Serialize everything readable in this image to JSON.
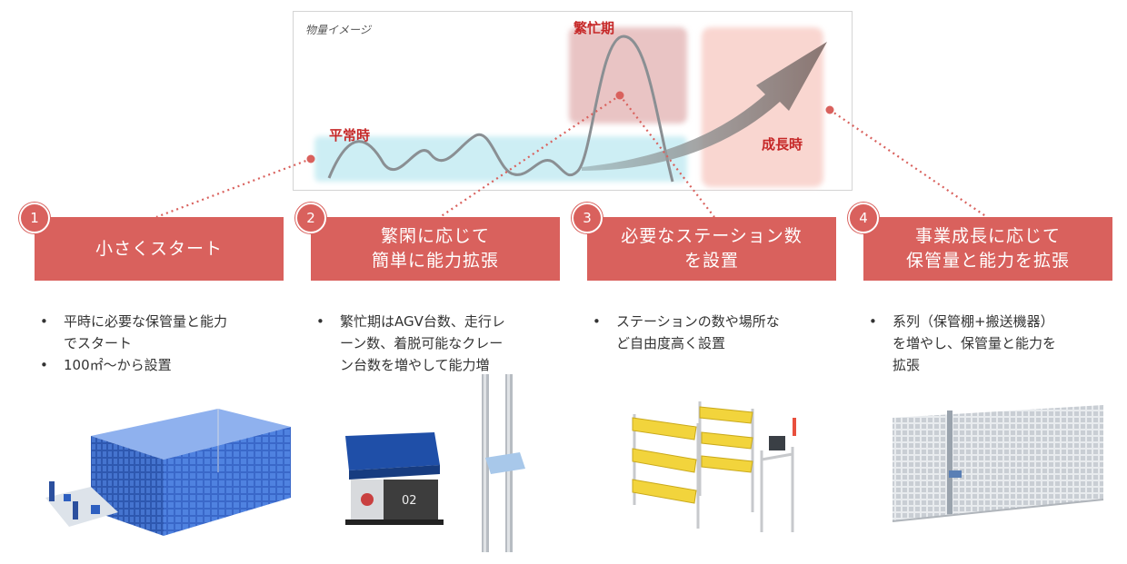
{
  "chart": {
    "caption": "物量イメージ",
    "labels": {
      "normal": "平常時",
      "peak": "繁忙期",
      "growth": "成長時"
    }
  },
  "steps": [
    {
      "num": "1",
      "title": "小さくスタート",
      "bullets": [
        "平時に必要な保管量と能力\nでスタート",
        "100㎡〜から設置"
      ]
    },
    {
      "num": "2",
      "title": "繁閑に応じて\n簡単に能力拡張",
      "bullets": [
        "繁忙期はAGV台数、走行レ\nーン数、着脱可能なクレー\nン台数を増やして能力増"
      ]
    },
    {
      "num": "3",
      "title": "必要なステーション数\nを設置",
      "bullets": [
        "ステーションの数や場所な\nど自由度高く設置"
      ]
    },
    {
      "num": "4",
      "title": "事業成長に応じて\n保管量と能力を拡張",
      "bullets": [
        "系列（保管棚+搬送機器）\nを増やし、保管量と能力を\n拡張"
      ]
    }
  ],
  "illustrations": {
    "agv_number": "02"
  },
  "colors": {
    "accent": "#d9615d",
    "label_red": "#c62828",
    "normal_zone": "#cdeef4",
    "peak_zone": "#e9c4c4",
    "growth_zone": "#f9d6d0"
  }
}
